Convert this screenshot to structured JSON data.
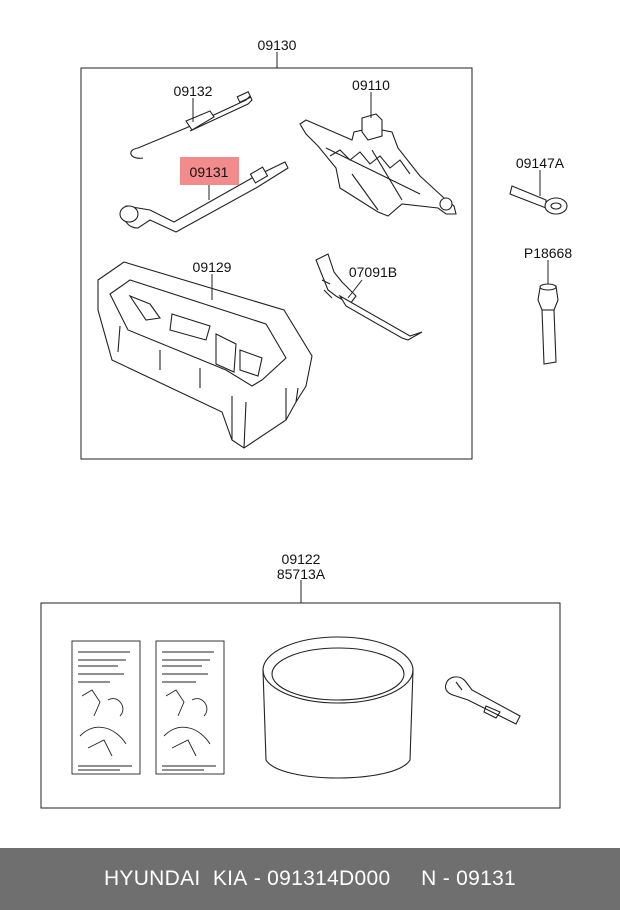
{
  "callouts": {
    "kit_main": "09130",
    "handle_hook": "09132",
    "wrench_highlighted": "09131",
    "jack": "09110",
    "tray": "09129",
    "strap": "07091B",
    "tow_hook": "09147A",
    "socket_adapter": "P18668",
    "kit_lower_line1": "09122",
    "kit_lower_line2": "85713A"
  },
  "highlight_color": "#f28b8b",
  "footer": {
    "brand": "HYUNDAI  KIA",
    "separator1": " - ",
    "part_number": "091314D000",
    "gap": "     ",
    "n_prefix": "N - ",
    "n_value": "09131"
  }
}
